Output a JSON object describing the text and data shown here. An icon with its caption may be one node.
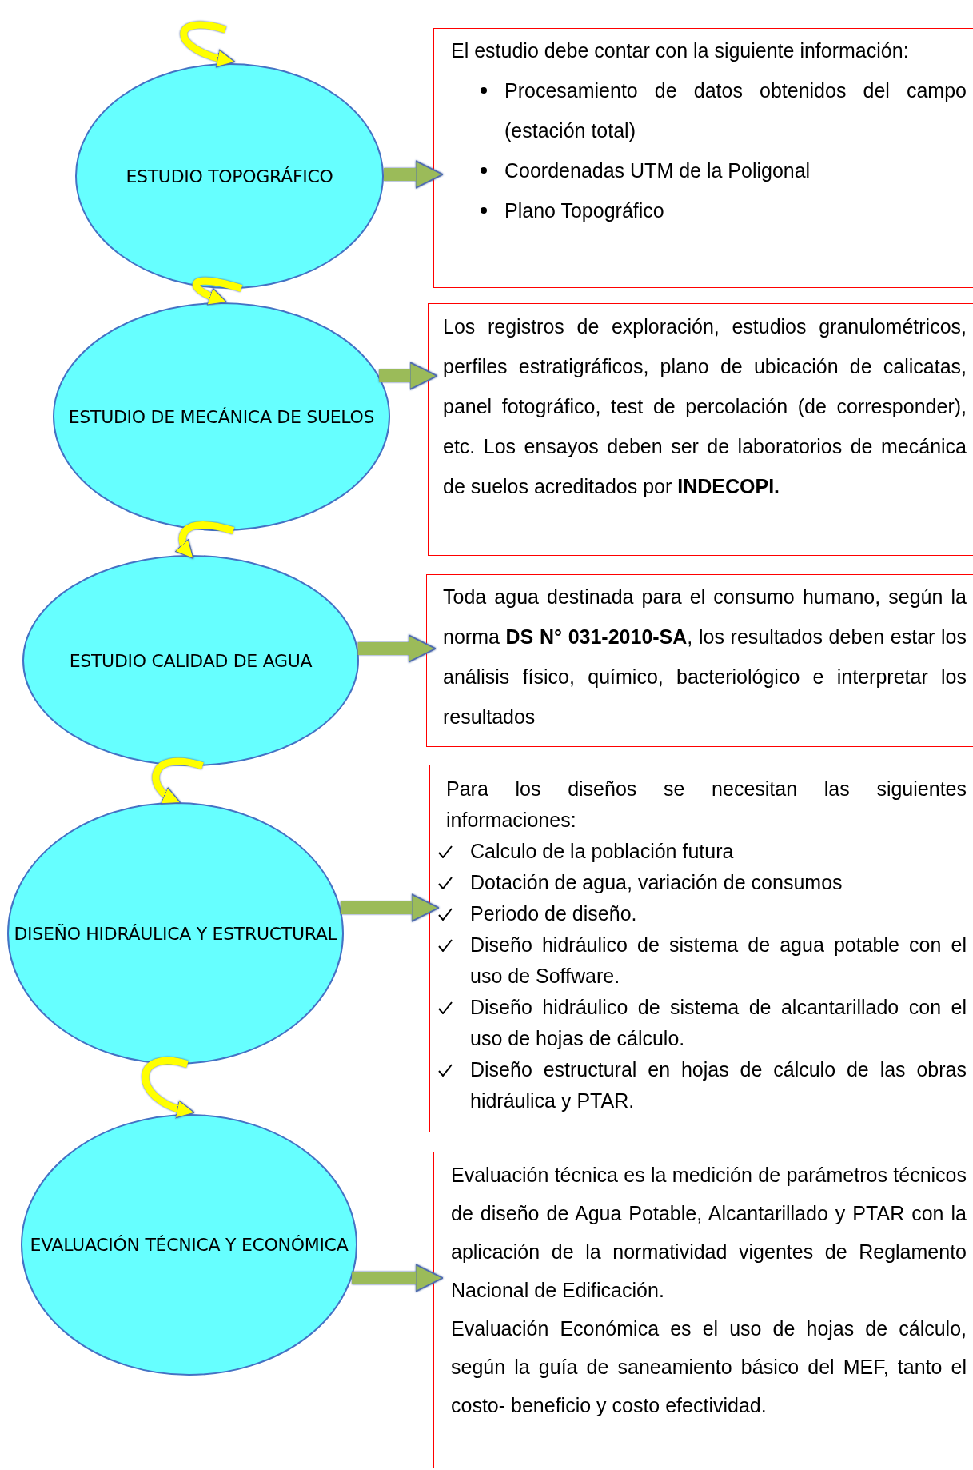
{
  "diagram": {
    "nodes": [
      {
        "text": [
          "ESTUDIO TOPOGRÁFICO"
        ]
      },
      {
        "text": [
          "El estudio debe contar con la siguiente información:",
          "Procesamiento de datos obtenidos del campo (estación total)",
          "Coordenadas UTM de la Poligonal",
          "Plano Topográfico"
        ]
      },
      {
        "text": [
          "ESTUDIO DE MECÁNICA DE SUELOS"
        ]
      },
      {
        "text": [
          "Los registros de exploración, estudios granulométricos, perfiles estratigráficos, plano de ubicación de calicatas, panel fotográfico, test de percolación (de corresponder), etc. Los ensayos deben ser de laboratorios de mecánica de suelos acreditados por **INDECOPI.**"
        ]
      },
      {
        "text": [
          "ESTUDIO CALIDAD DE AGUA"
        ]
      },
      {
        "text": [
          "Toda agua destinada para el consumo humano, según la norma **DS N° 031-2010-SA**, los resultados deben estar los análisis físico, químico, bacteriológico e interpretar los resultados"
        ]
      },
      {
        "text": [
          "DISEÑO HIDRÁULICA Y ESTRUCTURAL"
        ]
      },
      {
        "text": [
          "Para los diseños se necesitan las siguientes informaciones:",
          "Calculo de la población futura",
          "Dotación de agua, variación de consumos",
          "Periodo de diseño.",
          "Diseño hidráulico de sistema de agua potable con el uso de Soffware.",
          "Diseño hidráulico de sistema de alcantarillado con el uso de hojas de cálculo.",
          "Diseño estructural en hojas de cálculo de las obras hidráulica y PTAR."
        ]
      },
      {
        "text": [
          "EVALUACIÓN TÉCNICA Y ECONÓMICA"
        ]
      },
      {
        "text": [
          "Evaluación técnica es la medición de parámetros técnicos de diseño de Agua Potable, Alcantarillado y PTAR con la aplicación de la normatividad vigentes de Reglamento Nacional de Edificación.",
          "Evaluación Económica es el uso de hojas de cálculo, según la guía de saneamiento básico del MEF, tanto el costo- beneficio y costo efectividad."
        ]
      }
    ],
    "edges": [
      {
        "from": null,
        "to": 0,
        "arrow": "to",
        "color": "#ffff00"
      },
      {
        "from": 0,
        "to": 1,
        "arrow": "to",
        "color": "#9bbb59"
      },
      {
        "from": 0,
        "to": 2,
        "arrow": "to",
        "color": "#ffff00"
      },
      {
        "from": 2,
        "to": 3,
        "arrow": "to",
        "color": "#9bbb59"
      },
      {
        "from": 2,
        "to": 4,
        "arrow": "to",
        "color": "#ffff00"
      },
      {
        "from": 4,
        "to": 5,
        "arrow": "to",
        "color": "#9bbb59"
      },
      {
        "from": 4,
        "to": 6,
        "arrow": "to",
        "color": "#ffff00"
      },
      {
        "from": 6,
        "to": 7,
        "arrow": "to",
        "color": "#9bbb59"
      },
      {
        "from": 6,
        "to": 8,
        "arrow": "to",
        "color": "#ffff00"
      },
      {
        "from": 8,
        "to": 9,
        "arrow": "to",
        "color": "#9bbb59"
      }
    ]
  }
}
